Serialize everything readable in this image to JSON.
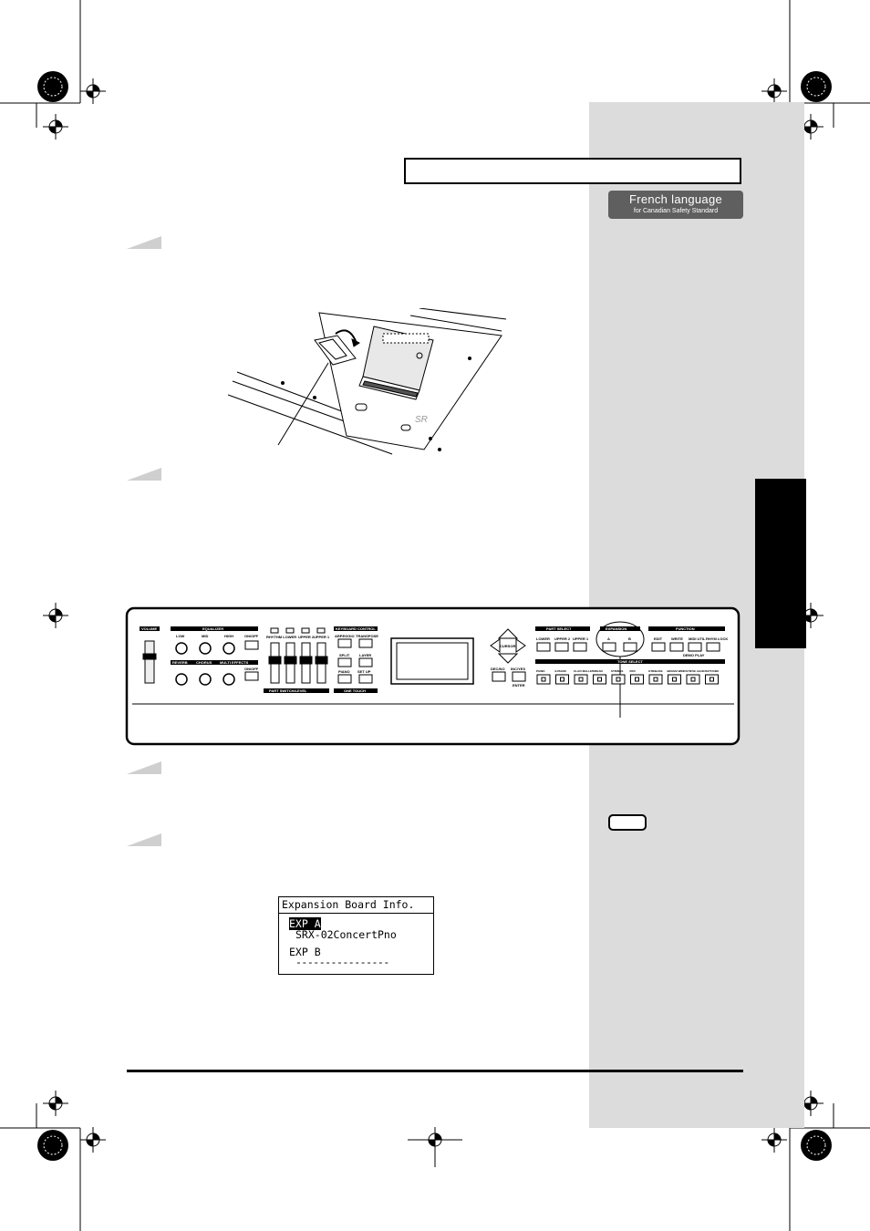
{
  "header": {
    "title_box_text": "",
    "language_badge": {
      "main": "French language",
      "sub": "for Canadian Safety Standard"
    }
  },
  "lcd_screen": {
    "title": "Expansion Board Info.",
    "slot_a_label": "EXP A",
    "slot_a_value": "SRX-02ConcertPno",
    "slot_b_label": "EXP B",
    "slot_b_value": "----------------"
  },
  "panel": {
    "volume": "VOLUME",
    "equalizer": "EQUALIZER",
    "eq_low": "LOW",
    "eq_mid": "MID",
    "eq_high": "HIGH",
    "on_off": "ON/OFF",
    "reverb": "REVERB",
    "chorus": "CHORUS",
    "multi_effects": "MULTI EFFECTS",
    "rhythm_lower": "RHYTHM LOWER",
    "upper2": "UPPER 2",
    "upper1": "UPPER 1",
    "part_switch_level": "PART SWITCH/LEVEL",
    "keyboard_control": "KEYBOARD CONTROL",
    "arpeggio": "ARPEGGIO",
    "transpose": "TRANSPOSE",
    "split": "SPLIT",
    "layer": "LAYER",
    "piano": "PIANO",
    "set_up": "SET UP",
    "one_touch": "ONE TOUCH",
    "cursor": "CURSOR",
    "dec_no": "DEC/NO",
    "inc_yes": "INC/YES",
    "enter": "ENTER",
    "part_select": "PART SELECT",
    "lower": "LOWER",
    "expansion": "EXPANSION",
    "exp_a": "A",
    "exp_b": "B",
    "function": "FUNCTION",
    "edit": "EDIT",
    "write": "WRITE",
    "midi_utility": "MIDI UTIL",
    "rhythm_lock": "RHYM LOCK",
    "demo_play": "DEMO PLAY",
    "tone_select": "TONE SELECT",
    "tone_buttons": [
      "PIANO",
      "E.PIANO",
      "CLAV/ MALLET",
      "ORGAN",
      "STRINGS",
      "PAD",
      "GTR/BASS",
      "BRASS/ WIND",
      "SYNTH/ LEAD",
      "RHYT/GM2"
    ]
  },
  "colors": {
    "gray_column": "#dcdcdc",
    "badge": "#5f5f5f",
    "step_marker": "#cfcfcf"
  }
}
